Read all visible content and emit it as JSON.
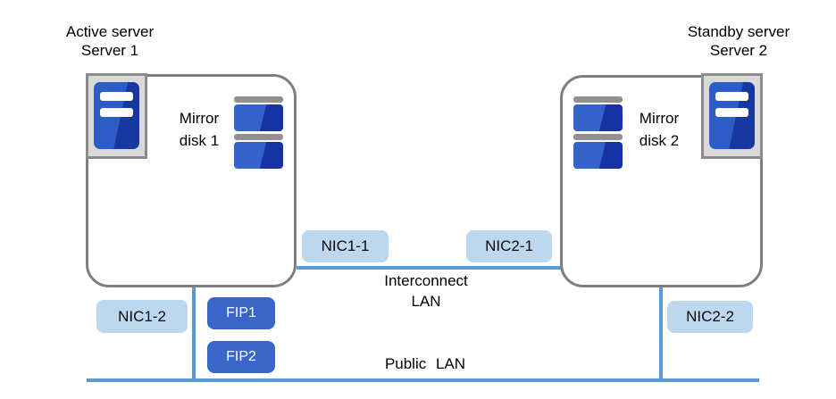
{
  "servers": [
    {
      "role": "Active server",
      "name": "Server 1",
      "disk_label_line1": "Mirror",
      "disk_label_line2": "disk 1"
    },
    {
      "role": "Standby server",
      "name": "Server 2",
      "disk_label_line1": "Mirror",
      "disk_label_line2": "disk 2"
    }
  ],
  "nics": {
    "nic1_1": "NIC1-1",
    "nic2_1": "NIC2-1",
    "nic1_2": "NIC1-2",
    "nic2_2": "NIC2-2"
  },
  "fips": {
    "fip1": "FIP1",
    "fip2": "FIP2"
  },
  "networks": {
    "interconnect_line1": "Interconnect",
    "interconnect_line2": "LAN",
    "public": "Public LAN"
  },
  "colors": {
    "nic_fill": "#bdd7ee",
    "fip_fill": "#3a66c8",
    "lan_line": "#5b9bd5",
    "box_border": "#7f7f7f",
    "server_icon_blue": "#2e5cc7",
    "server_icon_blue_dark": "#1638a0",
    "icon_frame_gray": "#d9d9d9",
    "disk_cap_gray": "#919191"
  }
}
